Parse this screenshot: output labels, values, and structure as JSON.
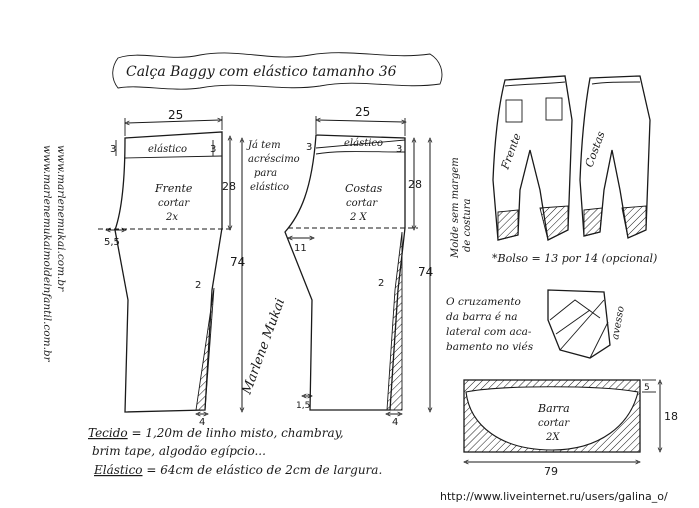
{
  "title": "Calça Baggy com elástico tamanho 36",
  "website_vertical_1": "www.marlenemukai.com.br",
  "website_vertical_2": "www.marlenemukaimoldeinfantil.com.br",
  "signature": "Marlene Mukai",
  "front_piece": {
    "label_line1": "Frente",
    "label_line2": "cortar",
    "label_line3": "2x",
    "elastic_label": "elástico",
    "width": "25",
    "top_left": "3",
    "top_right": "3",
    "side_28": "28",
    "length_74": "74",
    "crotch": "5,5",
    "hem_offset": "2",
    "hem_width": "4"
  },
  "back_piece": {
    "label_line1": "Costas",
    "label_line2": "cortar",
    "label_line3": "2 X",
    "elastic_label": "elástico",
    "width": "25",
    "top_left": "3",
    "top_right": "3",
    "side_28": "28",
    "length_74": "74",
    "crotch": "11",
    "hem_offset": "2",
    "hem_left": "1,5",
    "hem_width": "4"
  },
  "added_note": [
    "Já tem",
    "acréscimo",
    "para",
    "elástico"
  ],
  "seam_note": [
    "Molde sem margem",
    "de costura"
  ],
  "sketch_front": "Frente",
  "sketch_back": "Costas",
  "pocket_note": "*Bolso = 13 por 14 (opcional)",
  "hem_cross_note": [
    "O cruzamento",
    "da barra é na",
    "lateral com aca-",
    "bamento no viés"
  ],
  "avesso_label": "avesso",
  "cuff": {
    "label_line1": "Barra",
    "label_line2": "cortar",
    "label_line3": "2X",
    "width": "79",
    "height": "18",
    "corner": "5"
  },
  "materials": {
    "fabric_label": "Tecido",
    "fabric_text": "= 1,20m de linho misto, chambray,",
    "fabric_text2": "brim tape, algodão egípcio...",
    "elastic_label": "Elástico",
    "elastic_text": "= 64cm de elástico de 2cm de largura."
  },
  "source_url": "http://www.liveinternet.ru/users/galina_o/"
}
